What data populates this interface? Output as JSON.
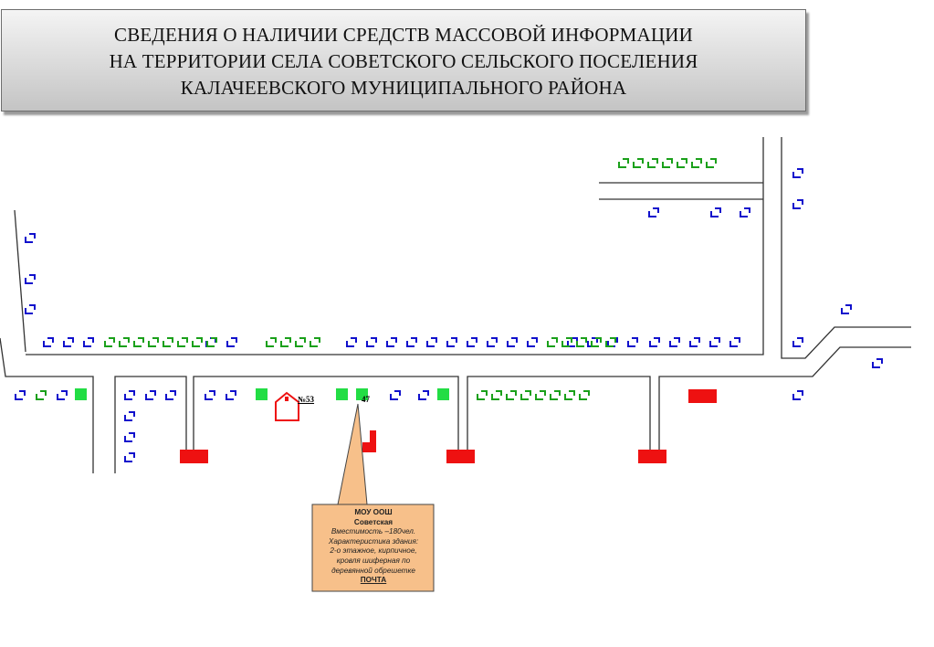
{
  "title": {
    "line1": "СВЕДЕНИЯ О НАЛИЧИИ СРЕДСТВ МАССОВОЙ ИНФОРМАЦИИ",
    "line2": "НА ТЕРРИТОРИИ СЕЛА СОВЕТСКОГО СЕЛЬСКОГО ПОСЕЛЕНИЯ",
    "line3": "КАЛАЧЕЕВСКОГО МУНИЦИПАЛЬНОГО РАЙОНА"
  },
  "labels": {
    "building_53": "№53",
    "building_47": "47"
  },
  "callout": {
    "name": "МОУ ООШ",
    "name2": "Советская",
    "line1": "Вместимость –180чел.",
    "line2": "Характеристика здания:",
    "line3": "2-о этажное, кирпичное,",
    "line4": "кровля шиферная по",
    "line5": "деревянной обрешетке",
    "post": "ПОЧТА"
  },
  "colors": {
    "residential_house": "#1010cc",
    "other_house": "#1aa01a",
    "green_marker": "#22dd44",
    "red_marker": "#ee1111",
    "callout_fill": "#f7c08a",
    "road": "#333333"
  }
}
